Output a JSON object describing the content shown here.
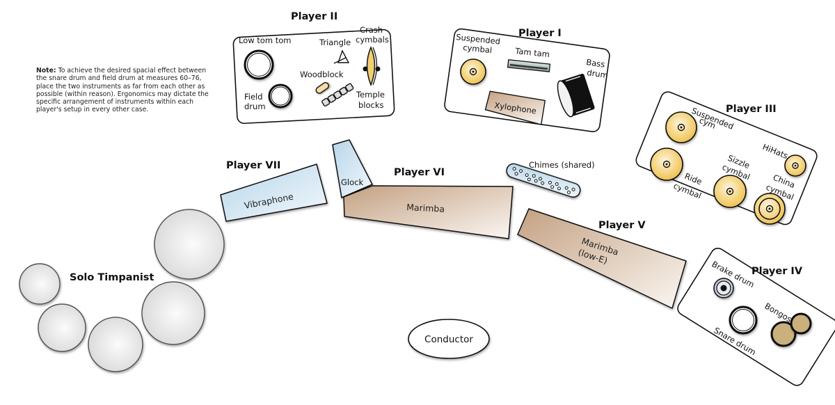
{
  "note": {
    "label": "Note:",
    "text": "To achieve the desired spacial effect between the snare drum and field drum at measures 60–76, place the two instruments as far from each other as possible (within reason). Ergonomics may dictate the specific arrangement of instruments within each player's setup in every other case."
  },
  "players": {
    "player2": {
      "title": "Player II",
      "instruments": {
        "low_tom": "Low tom tom",
        "field_drum_1": "Field",
        "field_drum_2": "drum",
        "triangle": "Triangle",
        "crash_1": "Crash",
        "crash_2": "cymbals",
        "woodblock": "Woodblock",
        "temple_1": "Temple",
        "temple_2": "blocks"
      }
    },
    "player1": {
      "title": "Player I",
      "instruments": {
        "susp_1": "Suspended",
        "susp_2": "cymbal",
        "tam_tam": "Tam tam",
        "bass_1": "Bass",
        "bass_2": "drum",
        "xylophone": "Xylophone"
      }
    },
    "player3": {
      "title": "Player III",
      "instruments": {
        "susp_1": "Suspended",
        "susp_2": "cym",
        "hihats": "HiHats",
        "sizzle_1": "Sizzle",
        "sizzle_2": "cymbal",
        "ride_1": "Ride",
        "ride_2": "cymbal",
        "china_1": "China",
        "china_2": "cymbal"
      }
    },
    "player4": {
      "title": "Player IV",
      "instruments": {
        "brake_drum": "Brake drum",
        "bongos": "Bongos",
        "snare_drum": "Snare drum"
      }
    },
    "player5": {
      "title": "Player V",
      "instruments": {
        "marimba_1": "Marimba",
        "marimba_2": "(low-E)"
      }
    },
    "player6": {
      "title": "Player VI",
      "instruments": {
        "glock": "Glock",
        "marimba": "Marimba"
      }
    },
    "player7": {
      "title": "Player VII",
      "instruments": {
        "vibraphone": "Vibraphone"
      }
    },
    "timpani": {
      "title": "Solo Timpanist",
      "drum_count": 5
    }
  },
  "chimes": "Chimes (shared)",
  "conductor": "Conductor",
  "colors": {
    "cymbal": "#f3c95a",
    "cymbal_light": "#fbf1cf",
    "mallet_wood": "#c7a486",
    "mallet_metal": "#b9d8ea",
    "bongo": "#c9b07c",
    "outline": "#111111"
  }
}
